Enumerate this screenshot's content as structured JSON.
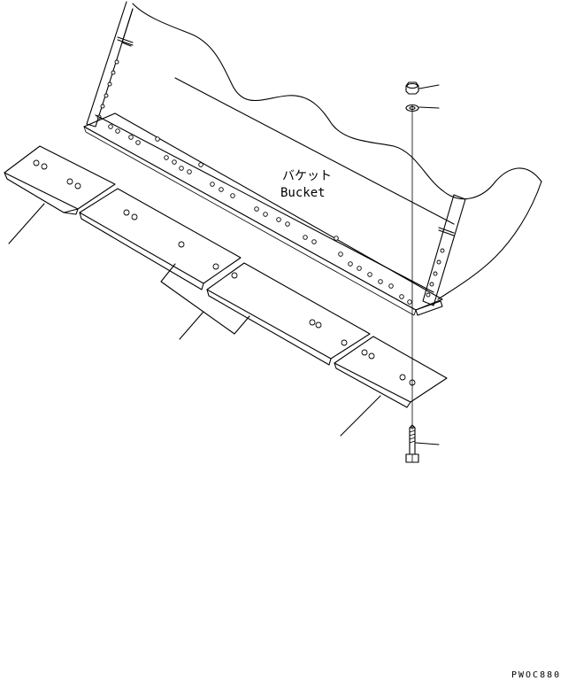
{
  "diagram": {
    "bucket_label_jp": "バケット",
    "bucket_label_en": "Bucket",
    "drawing_code": "PWOC880"
  }
}
